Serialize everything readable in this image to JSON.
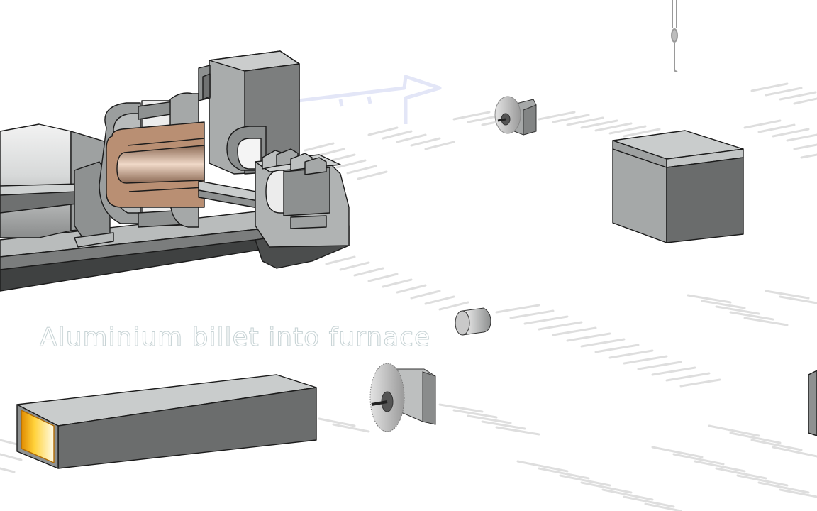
{
  "caption": "Aluminium billet into furnace",
  "colors": {
    "steel_light": "#d9dcdc",
    "steel_mid": "#a4a8a8",
    "steel_dark": "#666868",
    "copper": "#b98f73",
    "furnace_glow": "#ffd23a",
    "floor_hatch": "#dcdcdc"
  },
  "icons": [
    "extrusion-press",
    "extrusion-die",
    "container-chamber",
    "furnace",
    "billet",
    "saw-blade",
    "cooling-table",
    "crane-hook",
    "stretcher-frame"
  ]
}
